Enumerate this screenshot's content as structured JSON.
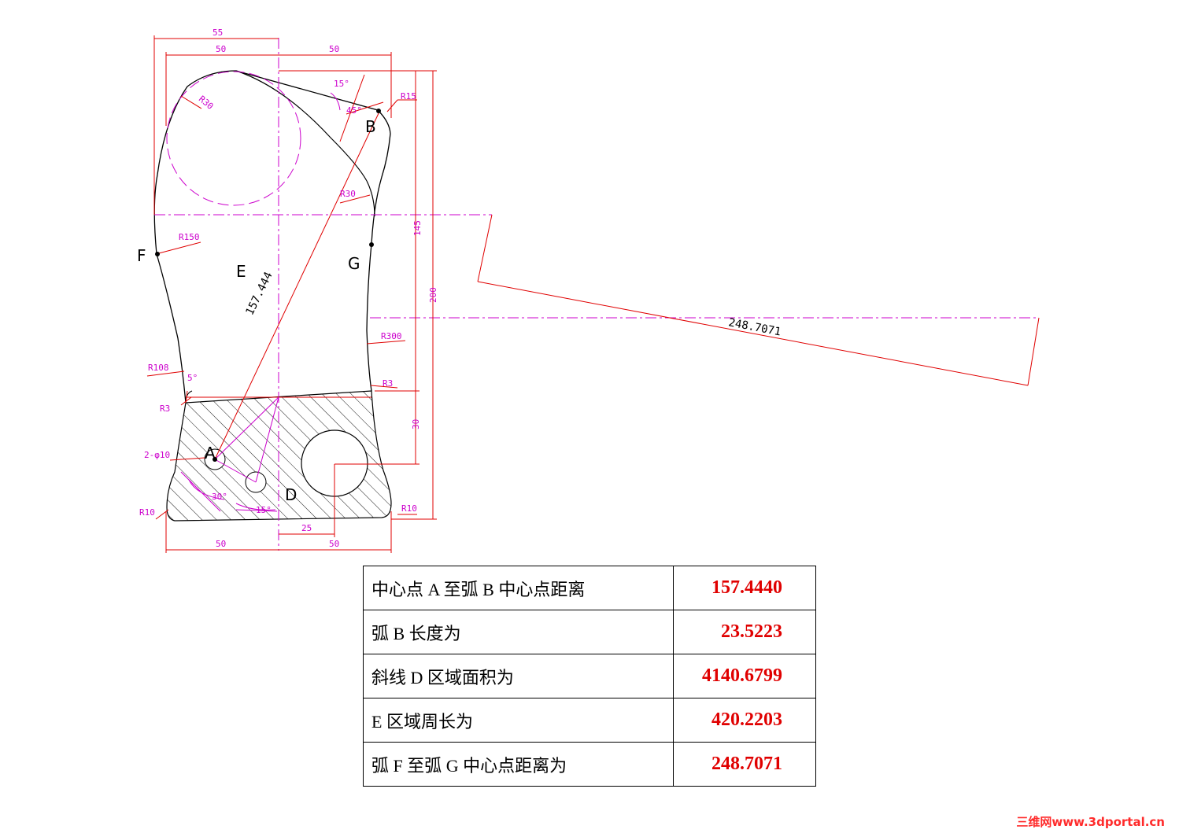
{
  "drawing": {
    "dimensions": {
      "top_55": "55",
      "top_50_left": "50",
      "top_50_right": "50",
      "angle_15_top": "15°",
      "angle_45": "45°",
      "r15": "R15",
      "r30_top": "R30",
      "r30_right": "R30",
      "r150": "R150",
      "len_157": "157.444",
      "dim_145": "145",
      "dim_200": "200",
      "r300": "R300",
      "r108": "R108",
      "angle_5": "5°",
      "r3_right": "R3",
      "r3_left": "R3",
      "dim_30": "30",
      "hole_spec": "2-φ10",
      "angle_30": "30°",
      "angle_15_bottom": "15°",
      "r10_left": "R10",
      "r10_right": "R10",
      "bottom_25": "25",
      "bottom_50_left": "50",
      "bottom_50_right": "50",
      "len_248": "248.7071"
    },
    "points": {
      "a": "A",
      "b": "B",
      "d": "D",
      "e": "E",
      "f": "F",
      "g": "G"
    },
    "colors": {
      "outline": "#000000",
      "dimension": "#cc00cc",
      "measure": "#e00000",
      "hatch": "#000000"
    }
  },
  "table": {
    "rows": [
      {
        "label": "中心点 A 至弧 B 中心点距离",
        "value": "157.4440"
      },
      {
        "label": "弧 B 长度为",
        "value": "23.5223"
      },
      {
        "label": "斜线 D 区域面积为",
        "value": "4140.6799"
      },
      {
        "label": "E 区域周长为",
        "value": "420.2203"
      },
      {
        "label": "弧 F 至弧 G 中心点距离为",
        "value": "248.7071"
      }
    ]
  },
  "watermark": "三维网www.3dportal.cn"
}
